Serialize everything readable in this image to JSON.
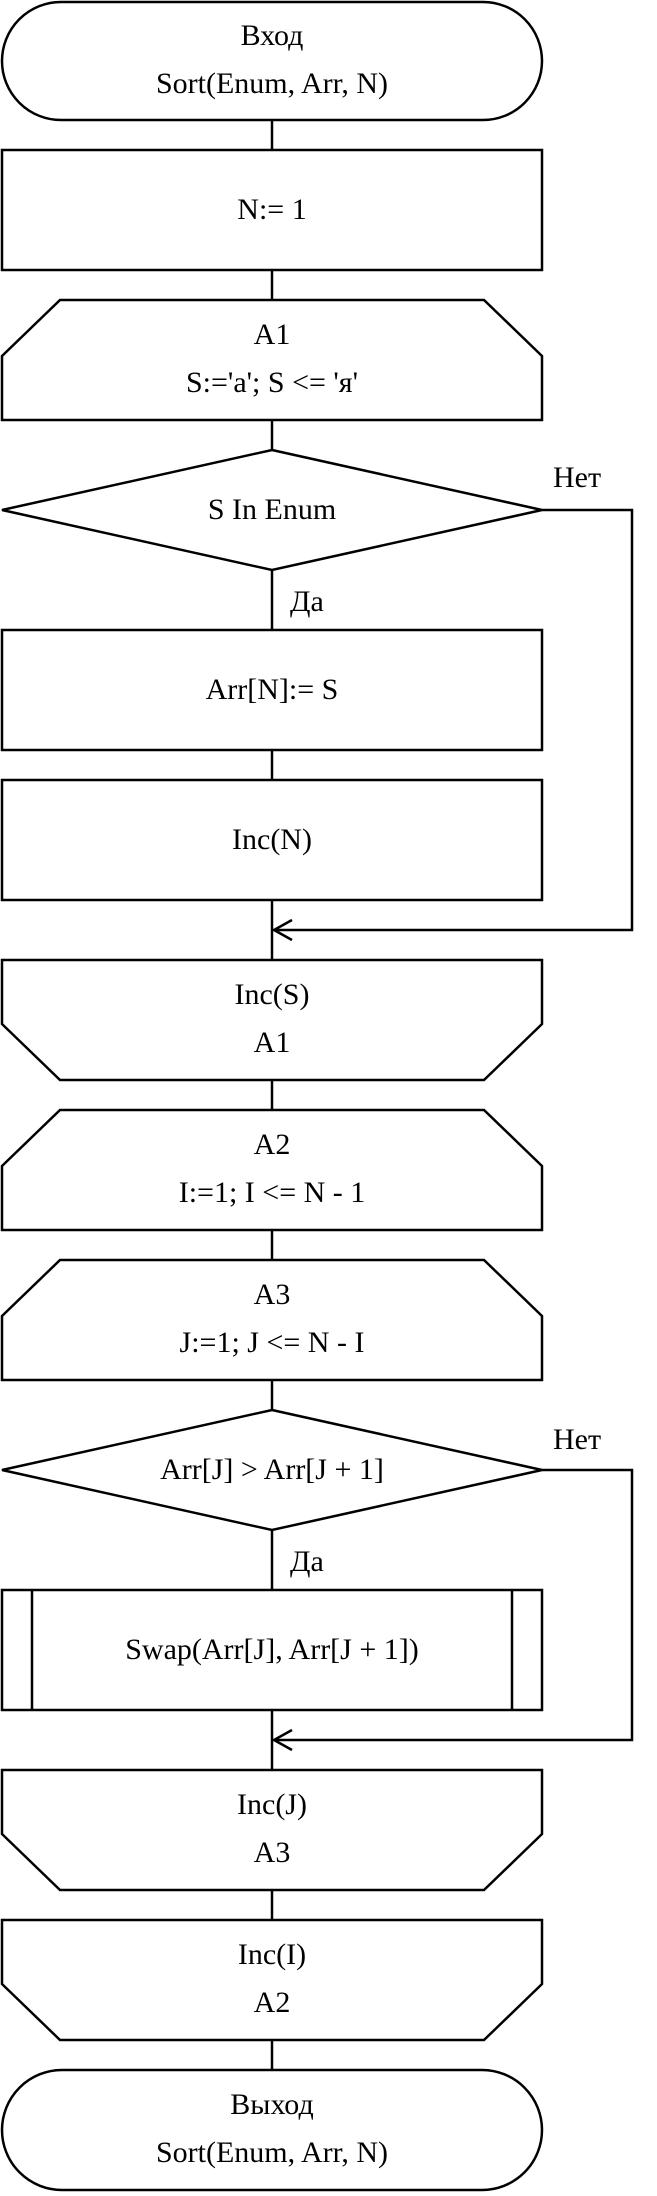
{
  "blocks": {
    "start": {
      "line1": "Вход",
      "line2": "Sort(Enum, Arr, N)"
    },
    "init_n": {
      "text": "N:= 1"
    },
    "loop_a1_begin": {
      "line1": "A1",
      "line2": "S:='a'; S <= 'я'"
    },
    "cond_s_in_enum": {
      "text": "S In Enum",
      "yes": "Да",
      "no": "Нет"
    },
    "assign_arr": {
      "text": "Arr[N]:= S"
    },
    "inc_n": {
      "text": "Inc(N)"
    },
    "loop_a1_end": {
      "line1": "Inc(S)",
      "line2": "A1"
    },
    "loop_a2_begin": {
      "line1": "A2",
      "line2": "I:=1; I <= N - 1"
    },
    "loop_a3_begin": {
      "line1": "A3",
      "line2": "J:=1; J <= N - I"
    },
    "cond_compare": {
      "text": "Arr[J] > Arr[J + 1]",
      "yes": "Да",
      "no": "Нет"
    },
    "swap_call": {
      "text": "Swap(Arr[J], Arr[J + 1])"
    },
    "loop_a3_end": {
      "line1": "Inc(J)",
      "line2": "A3"
    },
    "loop_a2_end": {
      "line1": "Inc(I)",
      "line2": "A2"
    },
    "end": {
      "line1": "Выход",
      "line2": "Sort(Enum, Arr, N)"
    }
  }
}
